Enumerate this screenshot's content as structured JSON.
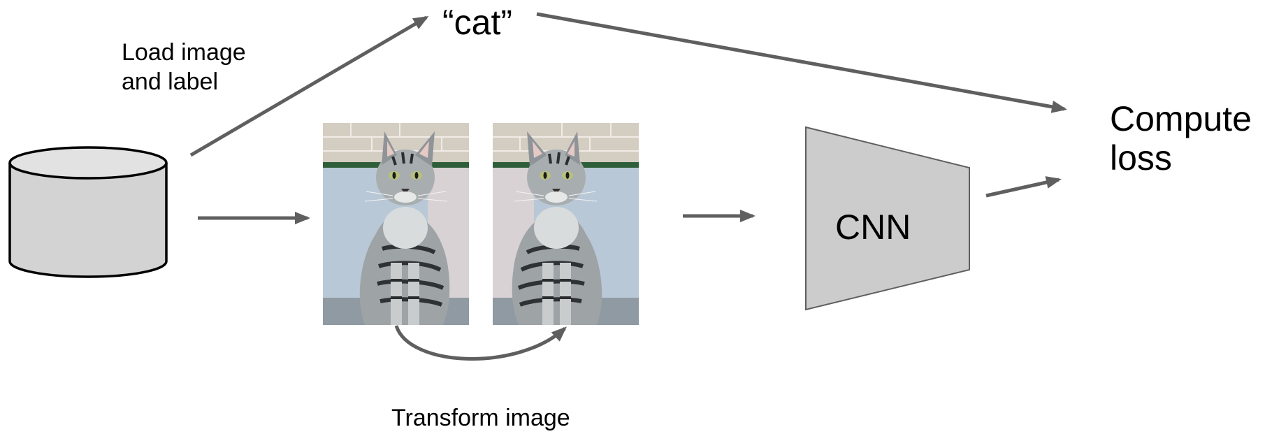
{
  "labels": {
    "load": [
      "Load image",
      "and label"
    ],
    "cat": "“cat”",
    "compute": [
      "Compute",
      "loss"
    ],
    "transform": "Transform image",
    "cnn": "CNN"
  },
  "colors": {
    "arrow": "#5f5f5f",
    "cylinder_fill": "#d3d3d3",
    "cylinder_top": "#e2e2e2",
    "cnn_fill": "#cccccc",
    "stroke": "#000000"
  },
  "icons": {
    "database": "database-cylinder-icon",
    "model": "cnn-trapezoid-icon",
    "photo_original": "cat-photo",
    "photo_flipped": "cat-photo-flipped"
  }
}
